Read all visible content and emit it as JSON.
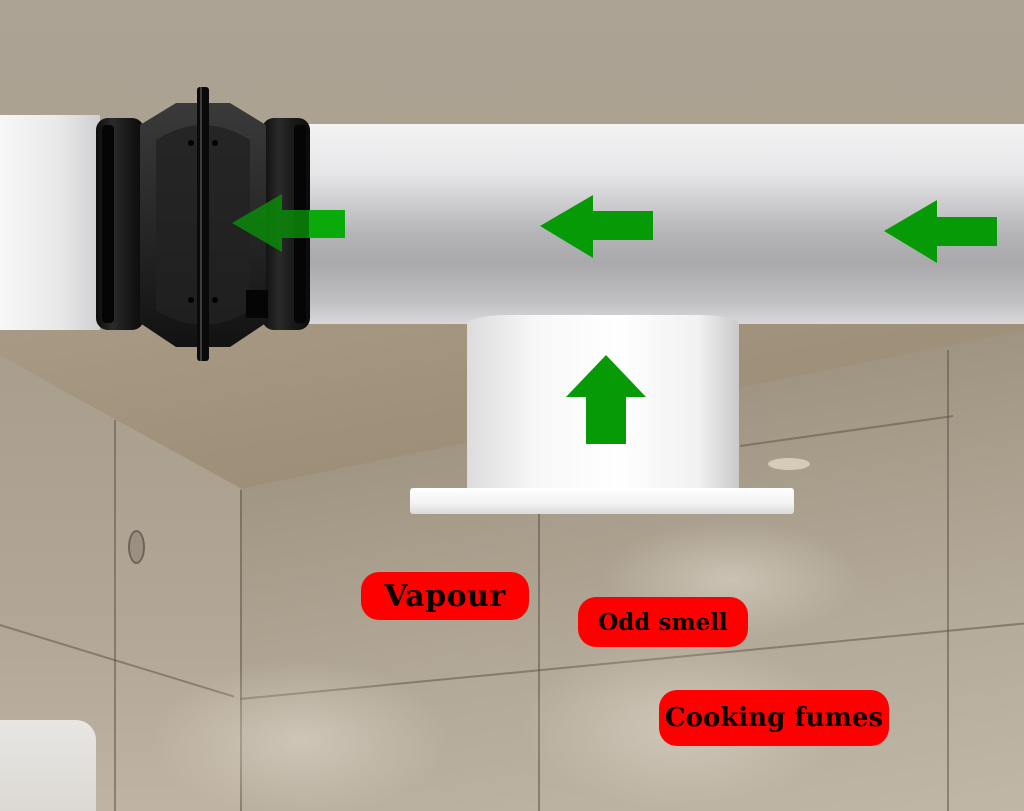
{
  "diagram": {
    "subject": "inline duct fan exhausting kitchen hood",
    "colors": {
      "arrow_green": "#069a06",
      "label_red": "#ff0000",
      "label_text": "#0a0000",
      "duct_white": "#e8e8e9",
      "fan_black": "#151515",
      "wall_beige": "#aa9f8d"
    },
    "arrows": [
      {
        "id": "arrow-duct-1",
        "direction": "left",
        "icon": "arrow-left-icon"
      },
      {
        "id": "arrow-duct-2",
        "direction": "left",
        "icon": "arrow-left-icon"
      },
      {
        "id": "arrow-duct-3",
        "direction": "left",
        "icon": "arrow-left-icon"
      },
      {
        "id": "arrow-hood",
        "direction": "up",
        "icon": "arrow-up-icon"
      }
    ],
    "labels": {
      "vapour": "Vapour",
      "odd_smell": "Odd smell",
      "cooking_fumes": "Cooking fumes"
    }
  }
}
